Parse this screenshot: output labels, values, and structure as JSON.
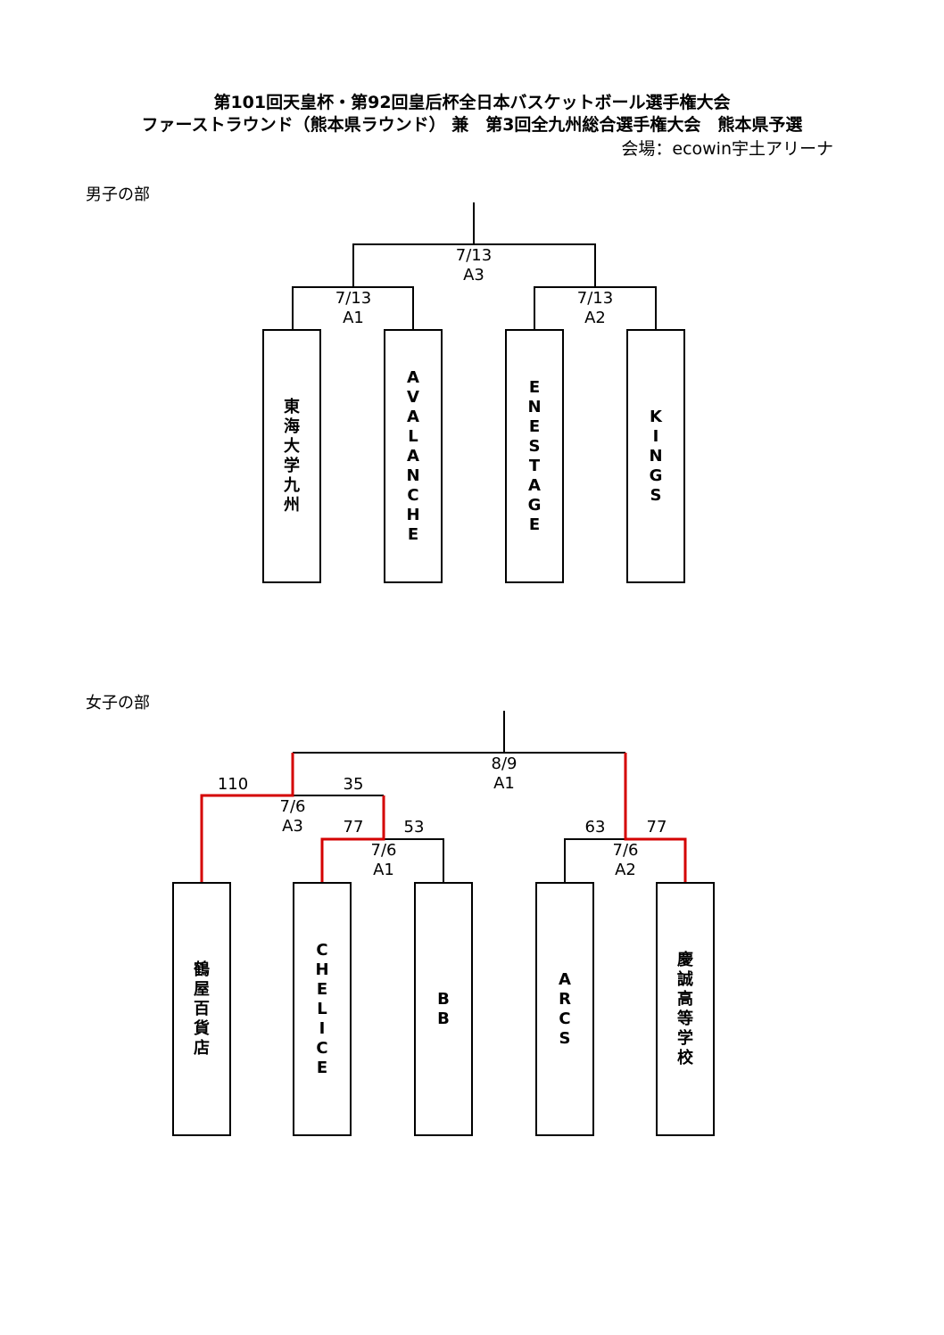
{
  "header": {
    "title_line1": "第101回天皇杯・第92回皇后杯全日本バスケットボール選手権大会",
    "title_line2": "ファーストラウンド（熊本県ラウンド） 兼　第3回全九州総合選手権大会　熊本県予選",
    "venue": "会場：ecowin宇土アリーナ"
  },
  "men": {
    "section_label": "男子の部",
    "teams": [
      "東海大学九州",
      "AVALANCHE",
      "ENESTAGE",
      "KINGS"
    ],
    "matches": [
      {
        "date": "7/13",
        "court": "A1"
      },
      {
        "date": "7/13",
        "court": "A2"
      },
      {
        "date": "7/13",
        "court": "A3"
      }
    ]
  },
  "women": {
    "section_label": "女子の部",
    "teams": [
      "鶴屋百貨店",
      "CHELICE",
      "BB",
      "ARCS",
      "慶誠高等学校"
    ],
    "matches": [
      {
        "date": "7/6",
        "court": "A1",
        "score_left": "77",
        "score_right": "53"
      },
      {
        "date": "7/6",
        "court": "A3",
        "score_left": "110",
        "score_right": "35"
      },
      {
        "date": "7/6",
        "court": "A2",
        "score_left": "63",
        "score_right": "77"
      },
      {
        "date": "8/9",
        "court": "A1"
      }
    ]
  },
  "colors": {
    "line": "#000000",
    "winner_line": "#d40000"
  }
}
